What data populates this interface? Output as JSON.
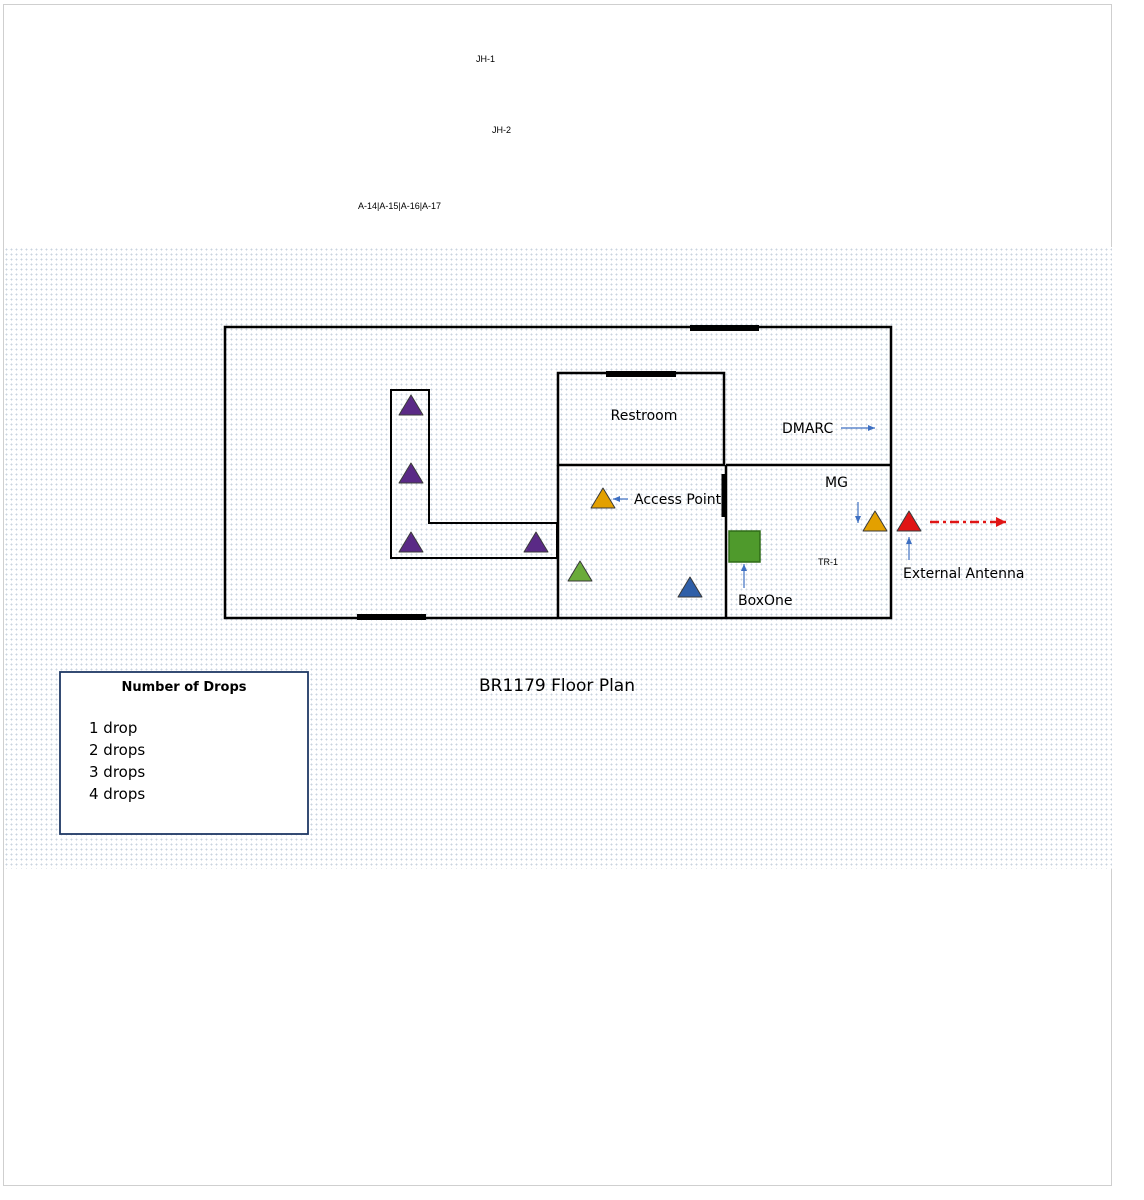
{
  "header_labels": {
    "jh1": "JH-1",
    "jh2": "JH-2",
    "a_group": "A-14|A-15|A-16|A-17"
  },
  "plan": {
    "title": "BR1179 Floor Plan",
    "rooms": {
      "restroom": "Restroom",
      "dmarc": "DMARC",
      "tr1": "TR-1"
    },
    "devices": {
      "access_point": "Access Point",
      "mg": "MG",
      "boxone": "BoxOne",
      "external_antenna": "External Antenna"
    }
  },
  "legend": {
    "title": "Number of Drops",
    "items": [
      {
        "label": "1 drop",
        "color": "#e3a000"
      },
      {
        "label": "2 drops",
        "color": "#6aab3a"
      },
      {
        "label": "3 drops",
        "color": "#2f5fa8"
      },
      {
        "label": "4 drops",
        "color": "#5a2a86"
      }
    ]
  },
  "colors": {
    "drop_1": "#e3a000",
    "drop_2": "#6aab3a",
    "drop_3": "#2f5fa8",
    "drop_4": "#5a2a86",
    "antenna": "#e01515",
    "arrow": "#3d6fc2",
    "boxone_fill": "#4f9a2c",
    "legend_border": "#1f3864"
  }
}
